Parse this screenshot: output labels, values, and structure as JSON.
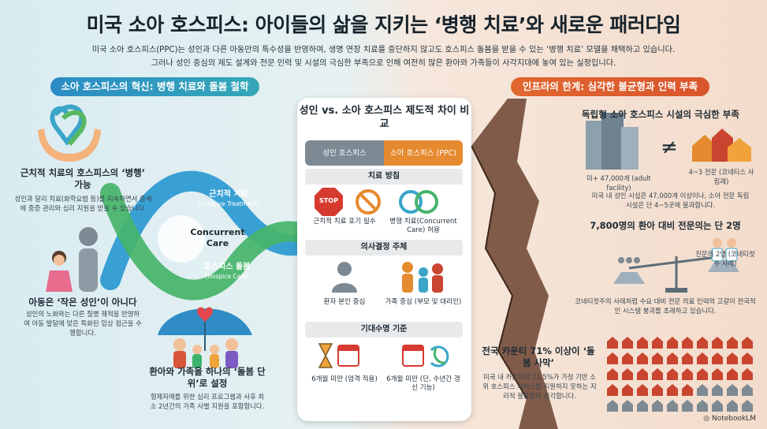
{
  "title": "미국 소아 호스피스: 아이들의 삶을 지키는 ‘병행 치료’와 새로운 패러다임",
  "subtitle_1": "미국 소아 호스피스(PPC)는 성인과 다른 아동만의 특수성을 반영하여, 생명 연장 치료를 중단하지 않고도 호스피스 돌봄을 받을 수 있는 ‘병행 치료’ 모델을 채택하고 있습니다.",
  "subtitle_2": "그러나 성인 중심의 제도 설계와 전문 인력 및 시설의 극심한 부족으로 인해 여전히 많은 환아와 가족들이 사각지대에 놓여 있는 실정입니다.",
  "left": {
    "banner": "소아 호스피스의 혁신: 병행 치료와 돌봄 철학",
    "block1_title": "근치적 치료의 호스피스의 ‘병행’ 가능",
    "block1_text": "성인과 달리 치료(화학요법 등)를 지속하면서 증세에 중증 관리와 심리 지원을 받을 수 있습니다.",
    "curative": "근치적 치료",
    "curative_en": "(Curative Treatment)",
    "concurrent": "Concurrent Care",
    "hospice": "호스피스 돌봄",
    "hospice_en": "(Hospice Care)",
    "block2_title": "아동은 ‘작은 성인’이 아니다",
    "block2_text": "성인의 노화와는 다른 질병 궤적을 반영하여 아동 발달에 맞은 특화된 임상 접근을 수행합니다.",
    "block3_title": "환아와 가족을 하나의 ‘돌봄 단위’로 설정",
    "block3_text": "형제자매를 위한 심리 프로그램과 사후 최소 2년간의 가족 사별 지원을 포함합니다."
  },
  "card": {
    "title": "성인 vs. 소아 호스피스 제도적 차이 비교",
    "adult": "성인 호스피스",
    "child": "소아 호스피스 (PPC)",
    "sec1": "치료 방침",
    "stop": "STOP",
    "adult1": "근치적 치료 포기 필수",
    "child1": "병행 치료(Concurrent Care) 허용",
    "sec2": "의사결정 주체",
    "adult2": "환자 본인 중심",
    "child2": "가족 중심 (부모 및 대리인)",
    "sec3": "기대수명 기준",
    "adult3": "6개월 미만 (엄격 적용)",
    "child3": "6개월 미만 (단, 수년간 갱신 기능)"
  },
  "right": {
    "banner": "인프라의 한계: 심각한 불균형과 인력 부족",
    "block1_title": "독립형 소아 호스피스 시설의 극심한 부족",
    "adult_count": "미+ 47,000개 (adult facility)",
    "child_count": "4~3 전문 (코네티스 사립례)",
    "block1_text": "미국 내 성인 시설은 47,000개 이상이나, 소아 전문 독립 시설은 단 4~5곳에 불과합니다.",
    "block2_title": "7,800명의 환아 대비 전문의는 단 2명",
    "specialists": "진문의 2명 (코네티컷주 사례)",
    "block2_text": "코네티컷주의 사례처럼 수요 대비 전문 의료 인력의 고갈이 전국적인 시스템 붕괴를 초래하고 있습니다.",
    "block3_title": "전국 카운티 71% 이상이 ‘돌봄 사막’",
    "block3_text": "미국 내 카운티의 71.5%가 가정 기반 소위 호스피스 서비스를 지원하지 못하는 지리적 불몽등이 심각합니다."
  },
  "brand": "NotebookLM",
  "colors": {
    "blue": "#2b8cc4",
    "green": "#3db26b",
    "orange": "#e0672f",
    "red": "#c9452f"
  }
}
